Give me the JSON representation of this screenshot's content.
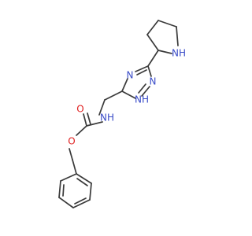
{
  "molecule": {
    "atoms": {
      "n_pyrrolidine": "NH",
      "n_triazole_4": "N",
      "n_triazole_2": "N",
      "n_triazole_1": "NH",
      "n_carbamate": "NH",
      "o_carbonyl": "O",
      "o_ester": "O"
    }
  },
  "colors": {
    "bond": "#3a3a3a",
    "nitrogen": "#3a4cc8",
    "oxygen": "#e02020",
    "background": "#ffffff"
  }
}
